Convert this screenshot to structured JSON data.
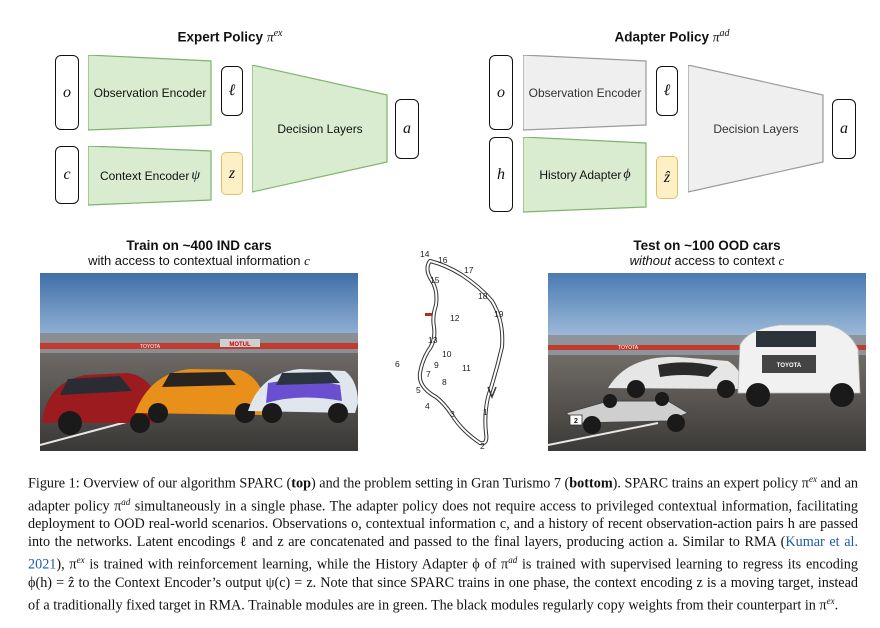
{
  "expert": {
    "title": "Expert Policy ",
    "sym": "π",
    "sup": "ex",
    "o": "o",
    "c": "c",
    "obs_encoder": "Observation Encoder",
    "ctx_encoder": "Context Encoder ",
    "ctx_sym": "ψ",
    "ell": "ℓ",
    "z": "z",
    "decision": "Decision Layers",
    "a": "a"
  },
  "adapter": {
    "title": "Adapter Policy ",
    "sym": "π",
    "sup": "ad",
    "o": "o",
    "h": "h",
    "obs_encoder": "Observation Encoder",
    "hist_adapter": "History Adapter ",
    "hist_sym": "ϕ",
    "ell": "ℓ",
    "zhat": "ẑ",
    "decision": "Decision Layers",
    "a": "a"
  },
  "train": {
    "heading": "Train on ~400 IND cars",
    "sub_pre": "with access to contextual information ",
    "sub_var": "c"
  },
  "test": {
    "heading": "Test on ~100 OOD cars",
    "sub_em": "without",
    "sub_post": " access to context ",
    "sub_var": "c"
  },
  "track": {
    "labels": [
      "14",
      "16",
      "17",
      "15",
      "18",
      "19",
      "12",
      "13",
      "10",
      "9",
      "11",
      "6",
      "7",
      "8",
      "5",
      "4",
      "3",
      "1",
      "2"
    ]
  },
  "photos": {
    "left_sign1": "MOTUL",
    "left_sign2": "TOYOTA",
    "right_sign1": "TOYOTA",
    "truck_grille": "TOYOTA",
    "kart_number": "2"
  },
  "caption": {
    "p1": "Figure 1: Overview of our algorithm SPARC (",
    "b1": "top",
    "p2": ") and the problem setting in Gran Turismo 7 (",
    "b2": "bottom",
    "p3": "). SPARC trains an expert policy π",
    "sup1": "ex",
    "p4": " and an adapter policy π",
    "sup2": "ad",
    "p5": " simultaneously in a single phase. The adapter policy does not require access to privileged contextual information, facilitating deployment to OOD real-world scenarios. Observations o, contextual information c, and a history of recent observation-action pairs h are passed into the networks. Latent encodings ℓ and z are concatenated and passed to the final layers, producing action a. Similar to RMA (",
    "link": "Kumar et al. 2021",
    "p6": "), π",
    "sup3": "ex",
    "p7": " is trained with reinforcement learning, while the History Adapter ϕ of π",
    "sup4": "ad",
    "p8": " is trained with supervised learning to regress its encoding ϕ(h) = ẑ to the Context Encoder’s output ψ(c) = z. Note that since SPARC trains in one phase, the context encoding z is a moving target, instead of a traditionally fixed target in RMA. Trainable modules are in green. The black modules regularly copy weights from their counterpart in π",
    "sup5": "ex",
    "p9": "."
  }
}
